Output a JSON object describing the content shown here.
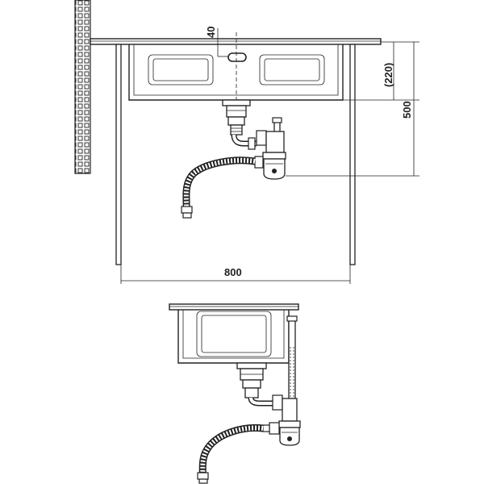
{
  "diagram": {
    "dimensions": {
      "drain_offset": "40",
      "bowl_depth": "(220)",
      "cabinet_height": "500",
      "cabinet_width": "800"
    },
    "colors": {
      "line": "#222222",
      "background": "#ffffff",
      "hatch": "#333333"
    },
    "icons": {
      "wall": "brick-wall-hatch-icon",
      "strainer": "strainer-icon",
      "trap": "bottle-trap-icon",
      "hose": "flexible-hose-icon"
    }
  }
}
